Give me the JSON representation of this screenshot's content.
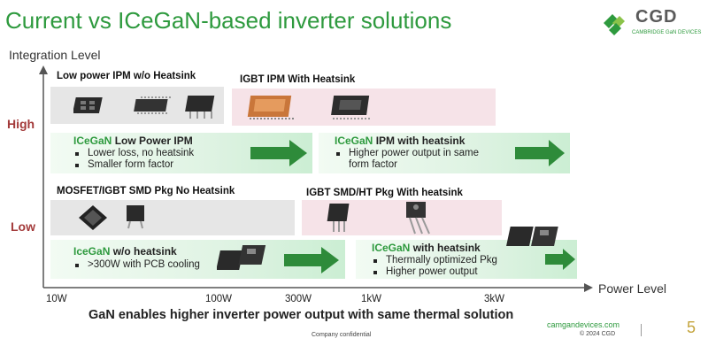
{
  "slide": {
    "title": "Current vs ICeGaN-based inverter solutions",
    "page_number": "5"
  },
  "logo": {
    "name": "CGD",
    "subtitle": "CAMBRIDGE GaN DEVICES",
    "brand_color": "#2e9a3e"
  },
  "axes": {
    "y_label": "Integration Level",
    "x_label": "Power Level",
    "level_high": "High",
    "level_low": "Low",
    "ticks": [
      "10W",
      "100W",
      "300W",
      "1kW",
      "3kW"
    ]
  },
  "boxes": {
    "low_power_ipm": {
      "title": "Low power IPM w/o Heatsink"
    },
    "igbt_ipm": {
      "title": "IGBT IPM With Heatsink"
    },
    "icegan_low_power_ipm": {
      "brand": "ICeGaN",
      "title_rest": " Low Power IPM",
      "bullets": [
        "Lower loss, no heatsink",
        "Smaller form factor"
      ]
    },
    "icegan_ipm_heatsink": {
      "brand": "ICeGaN",
      "title_rest": " IPM with heatsink",
      "bullets": [
        "Higher power output in same form factor"
      ]
    },
    "mosfet_smd": {
      "title": "MOSFET/IGBT SMD Pkg No Heatsink"
    },
    "igbt_smd_ht": {
      "title": "IGBT SMD/HT Pkg With heatsink"
    },
    "icegan_no_heatsink": {
      "brand": "IceGaN",
      "title_rest": " w/o heatsink",
      "bullets": [
        ">300W with PCB cooling"
      ]
    },
    "icegan_with_heatsink": {
      "brand": "ICeGaN",
      "title_rest": " with heatsink",
      "bullets": [
        "Thermally optimized Pkg",
        "Higher power output"
      ]
    }
  },
  "footer": {
    "headline": "GaN enables higher inverter power output with same thermal solution",
    "confidential": "Company confidential",
    "website": "camgandevices.com",
    "copyright": "© 2024 CGD"
  },
  "colors": {
    "accent_green": "#2e9a3e",
    "level_red": "#a33a3a",
    "grey_box": "#e6e6e6",
    "pink_box": "#f6e3e8",
    "arrow_green": "#2e8b3a"
  }
}
